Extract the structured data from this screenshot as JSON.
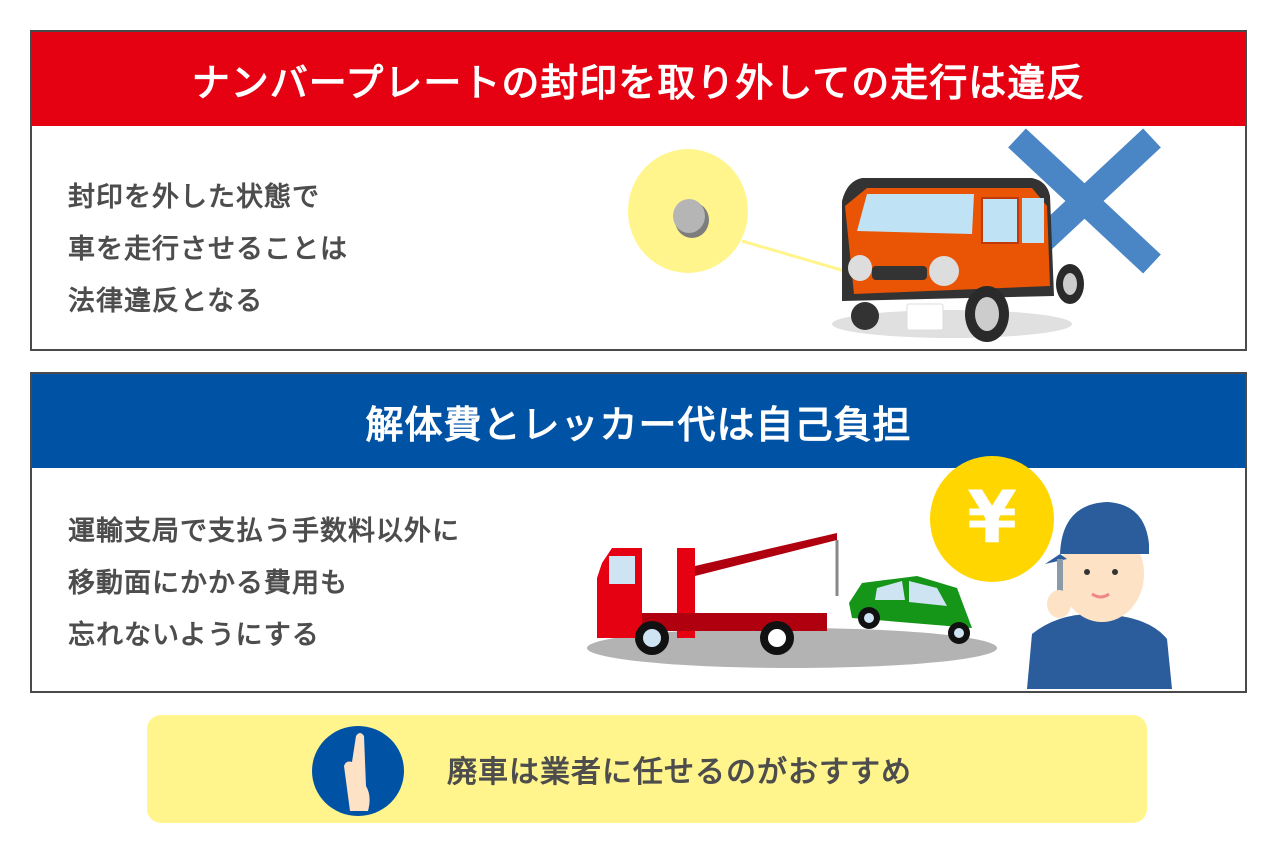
{
  "section1": {
    "title": "ナンバープレートの封印を取り外しての走行は違反",
    "lines": [
      "封印を外した状態で",
      "車を走行させることは",
      "法律違反となる"
    ],
    "header_color": "#e50012",
    "illustration": "orange-car-with-seal-callout-and-prohibited-x"
  },
  "section2": {
    "title": "解体費とレッカー代は自己負担",
    "lines": [
      "運輸支局で支払う手数料以外に",
      "移動面にかかる費用も",
      "忘れないようにする"
    ],
    "header_color": "#0052a4",
    "illustration": "tow-truck-green-car-yen-coin-mechanic",
    "coin_symbol": "¥"
  },
  "banner": {
    "text": "廃車は業者に任せるのがおすすめ",
    "icon": "pointing-finger-icon",
    "background": "#fff58c"
  }
}
